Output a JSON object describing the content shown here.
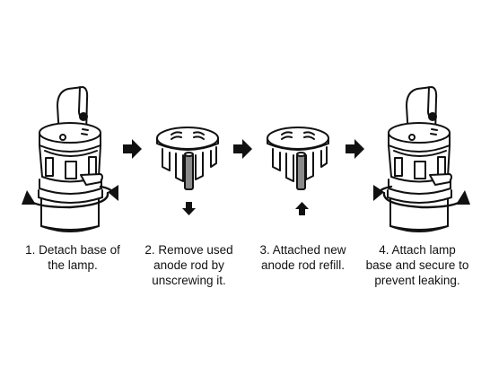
{
  "steps": [
    {
      "lines": [
        "1. Detach base of",
        "the lamp."
      ],
      "illustration": "lamp-body-with-base-rotation"
    },
    {
      "lines": [
        "2. Remove used",
        "anode rod by",
        "unscrewing it."
      ],
      "illustration": "anode-rod-cap-with-down-arrow"
    },
    {
      "lines": [
        "3. Attached new",
        "anode rod refill."
      ],
      "illustration": "anode-rod-cap-with-up-arrow"
    },
    {
      "lines": [
        "4. Attach lamp",
        "base and secure to",
        "prevent leaking."
      ],
      "illustration": "lamp-body-with-base-rotation"
    }
  ],
  "connectors": [
    "right-arrow-icon",
    "right-arrow-icon",
    "right-arrow-icon"
  ],
  "colors": {
    "line": "#111111",
    "rod": "#8a8a8a",
    "background": "#ffffff"
  }
}
